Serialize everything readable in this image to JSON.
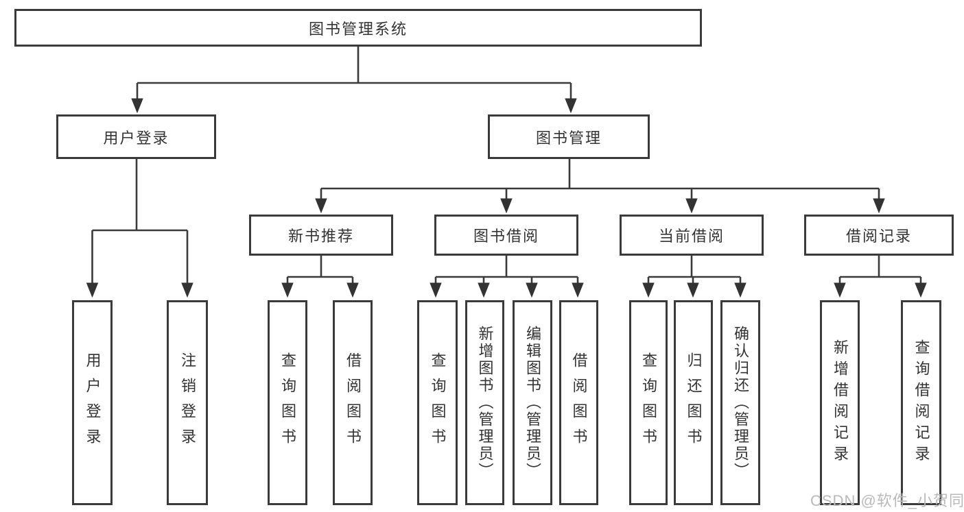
{
  "diagram_type": "hierarchy-tree",
  "colors": {
    "background": "#ffffff",
    "line": "#3a3a3a",
    "box_border": "#3a3a3a",
    "text": "#333333",
    "watermark": "#b9b9b9"
  },
  "tree": {
    "root": {
      "label": "图书管理系统"
    },
    "level2": [
      {
        "label": "用户登录",
        "children": [
          {
            "label": "用户登录"
          },
          {
            "label": "注销登录"
          }
        ]
      },
      {
        "label": "图书管理",
        "children": [
          {
            "label": "新书推荐",
            "children": [
              {
                "label": "查询图书"
              },
              {
                "label": "借阅图书"
              }
            ]
          },
          {
            "label": "图书借阅",
            "children": [
              {
                "label": "查询图书"
              },
              {
                "label": "新增图书（管理员）"
              },
              {
                "label": "编辑图书（管理员）"
              },
              {
                "label": "借阅图书"
              }
            ]
          },
          {
            "label": "当前借阅",
            "children": [
              {
                "label": "查询图书"
              },
              {
                "label": "归还图书"
              },
              {
                "label": "确认归还（管理员）"
              }
            ]
          },
          {
            "label": "借阅记录",
            "children": [
              {
                "label": "新增借阅记录"
              },
              {
                "label": "查询借阅记录"
              }
            ]
          }
        ]
      }
    ]
  },
  "watermark": {
    "text": "CSDN @软件_小贺同学"
  }
}
